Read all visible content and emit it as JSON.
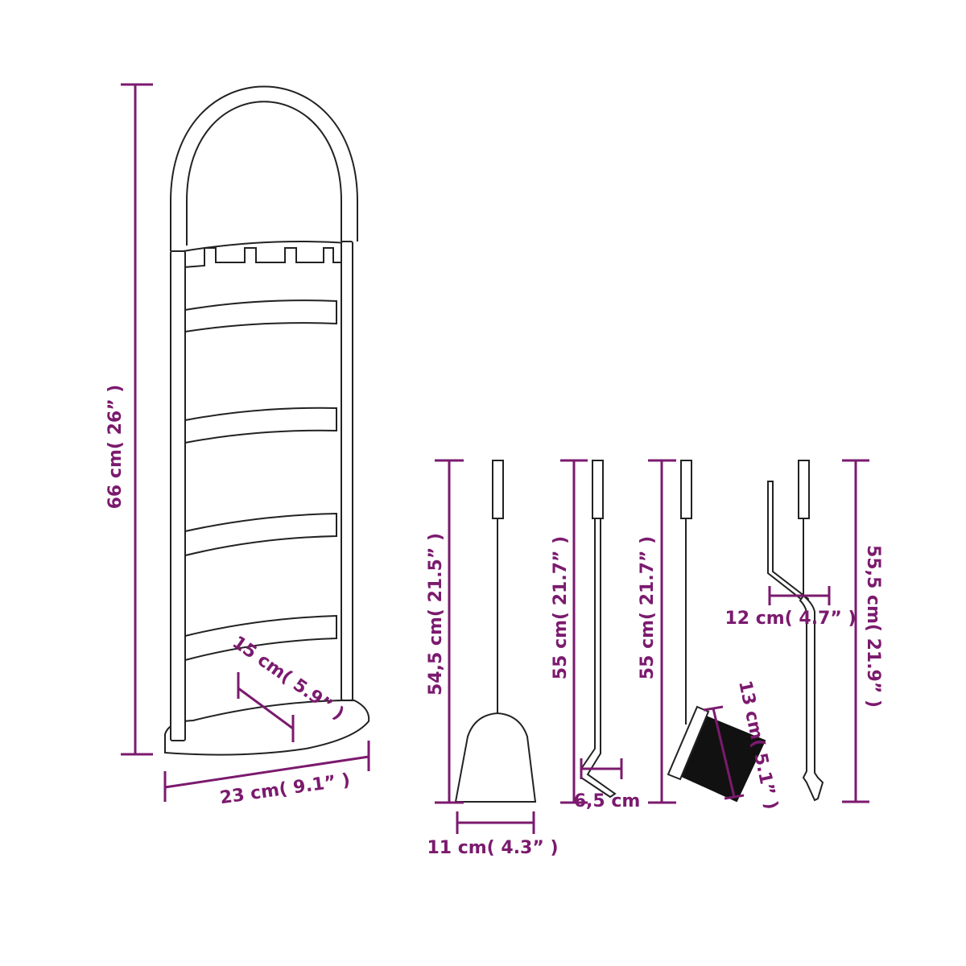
{
  "colors": {
    "dimension": "#7b1a6e",
    "outline": "#222222",
    "background": "#ffffff"
  },
  "labels": {
    "stand_height": "66 cm( 26” )",
    "stand_width": "23 cm( 9.1” )",
    "stand_depth": "15 cm( 5.9” )",
    "shovel_height": "54,5 cm( 21.5” )",
    "shovel_width": "11 cm( 4.3” )",
    "poker_height": "55 cm( 21.7” )",
    "poker_hook": "6,5 cm",
    "brush_height": "55 cm( 21.7” )",
    "brush_width": "13 cm( 5.1” )",
    "tongs_height": "55,5 cm( 21.9” )",
    "tongs_width": "12 cm( 4.7” )"
  }
}
